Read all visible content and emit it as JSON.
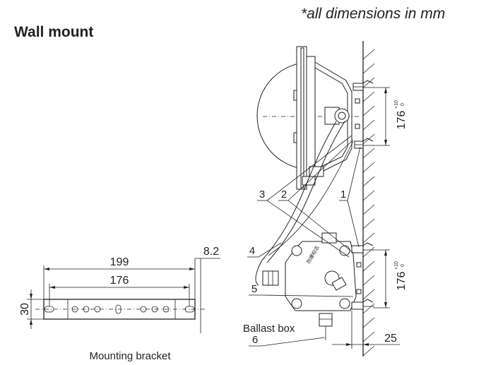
{
  "title": "Wall mount",
  "units_note": "*all dimensions in mm",
  "bracket": {
    "caption": "Mounting bracket",
    "dim_overall": "199",
    "dim_holes": "176",
    "dim_height": "30",
    "dim_thickness": "8.2"
  },
  "fixture": {
    "dim_upper_spacing": "176",
    "dim_lower_spacing": "176",
    "tolerance_upper": "+10",
    "tolerance_lower": "0",
    "dim_wall_offset": "25",
    "ballast_label": "Ballast box",
    "callouts": [
      "1",
      "2",
      "3",
      "4",
      "5",
      "6"
    ]
  }
}
